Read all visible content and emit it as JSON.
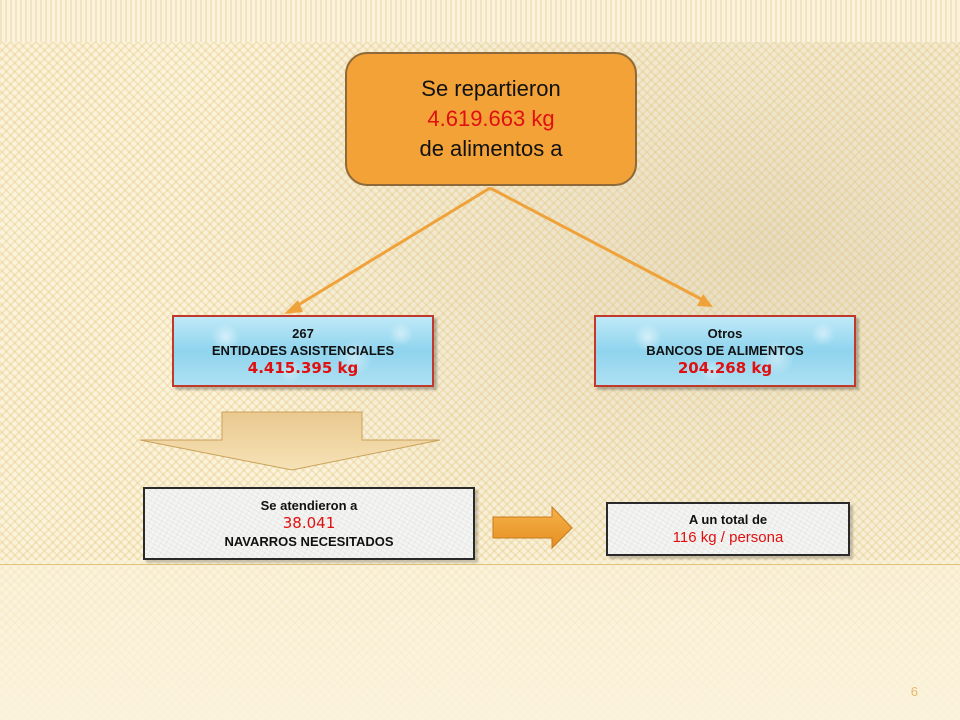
{
  "main": {
    "line1": "Se repartieron",
    "amount": "4.619.663 kg",
    "line3": "de alimentos a"
  },
  "entidades": {
    "count": "267",
    "label": "ENTIDADES ASISTENCIALES",
    "amount": "4.415.395 kg"
  },
  "bancos": {
    "line1": "Otros",
    "label": "BANCOS DE ALIMENTOS",
    "amount": "204.268 kg"
  },
  "atendidos": {
    "line1": "Se atendieron a",
    "count": "38.041",
    "label": "NAVARROS NECESITADOS"
  },
  "total": {
    "line1": "A un total de",
    "value": "116 kg / persona"
  },
  "slide": {
    "page_number": "6"
  },
  "colors": {
    "main_box": "#f2a236",
    "accent_red": "#e01010",
    "arrow_orange": "#f2a236",
    "line_orange": "#f0a23a"
  }
}
